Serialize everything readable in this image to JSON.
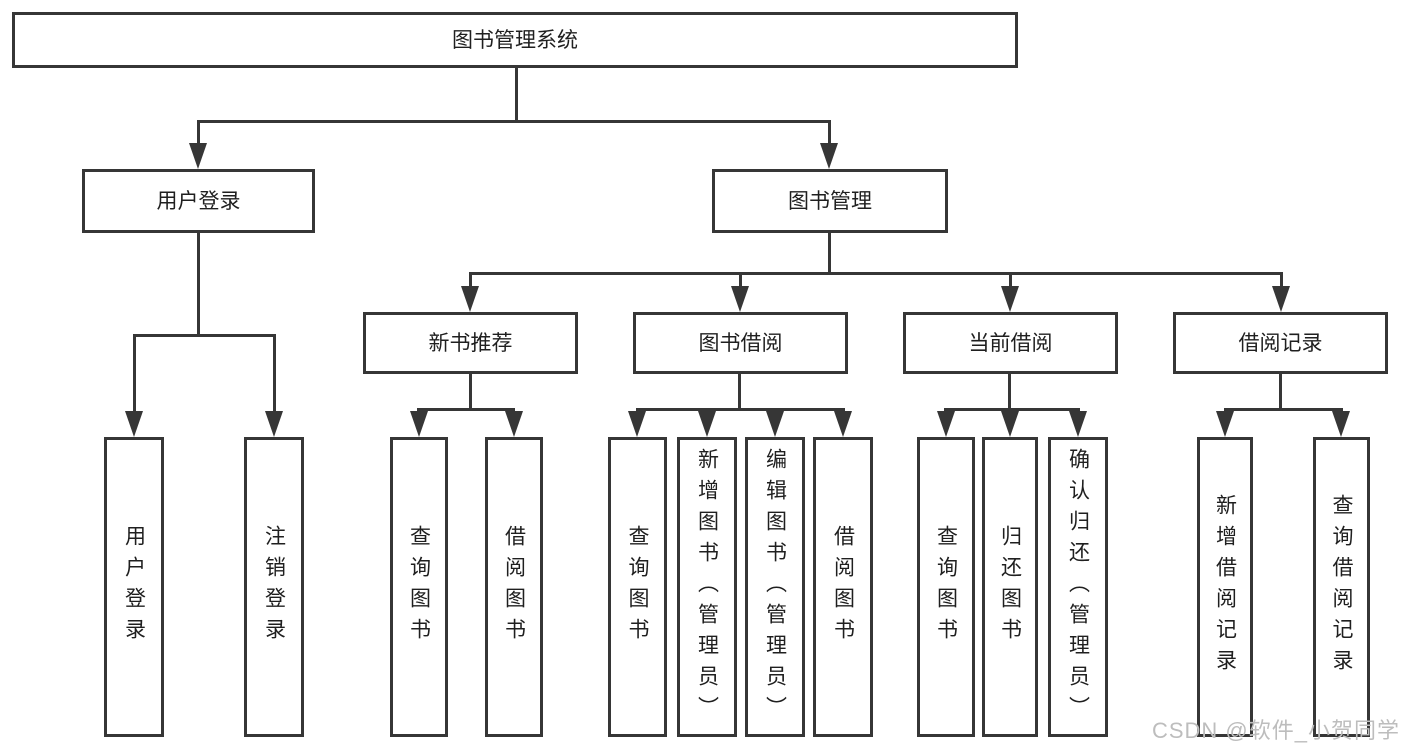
{
  "tree": {
    "root": {
      "label": "图书管理系统"
    },
    "branches": [
      {
        "label": "用户登录",
        "children": [
          {
            "label": "用户登录"
          },
          {
            "label": "注销登录"
          }
        ]
      },
      {
        "label": "图书管理",
        "children": [
          {
            "label": "新书推荐",
            "children": [
              {
                "label": "查询图书"
              },
              {
                "label": "借阅图书"
              }
            ]
          },
          {
            "label": "图书借阅",
            "children": [
              {
                "label": "查询图书"
              },
              {
                "label": "新增图书（管理员）"
              },
              {
                "label": "编辑图书（管理员）"
              },
              {
                "label": "借阅图书"
              }
            ]
          },
          {
            "label": "当前借阅",
            "children": [
              {
                "label": "查询图书"
              },
              {
                "label": "归还图书"
              },
              {
                "label": "确认归还（管理员）"
              }
            ]
          },
          {
            "label": "借阅记录",
            "children": [
              {
                "label": "新增借阅记录"
              },
              {
                "label": "查询借阅记录"
              }
            ]
          }
        ]
      }
    ]
  },
  "watermark": {
    "text": "CSDN @软件_小贺同学"
  },
  "colors": {
    "line": "#363636",
    "text": "#1f1f1f",
    "background": "#ffffff",
    "watermark": "#bdbdbd"
  }
}
